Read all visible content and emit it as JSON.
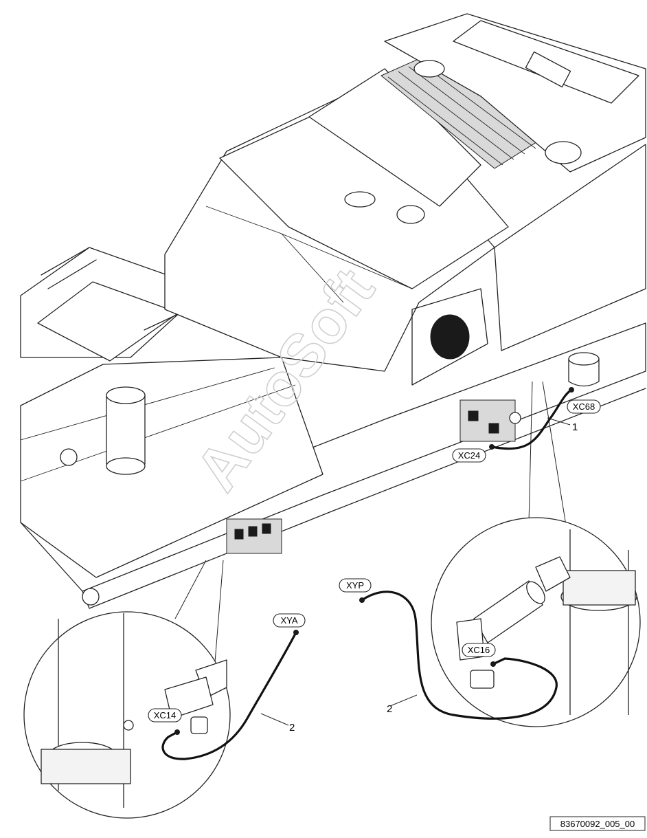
{
  "watermark": "AutoSoft",
  "callouts": {
    "xc68": "XC68",
    "xc24": "XC24",
    "xc16": "XC16",
    "xc14": "XC14",
    "xyp": "XYP",
    "xya": "XYA"
  },
  "item_numbers": {
    "item1": "1",
    "item2_right": "2",
    "item2_left": "2"
  },
  "drawing_id": "83670092_005_00"
}
